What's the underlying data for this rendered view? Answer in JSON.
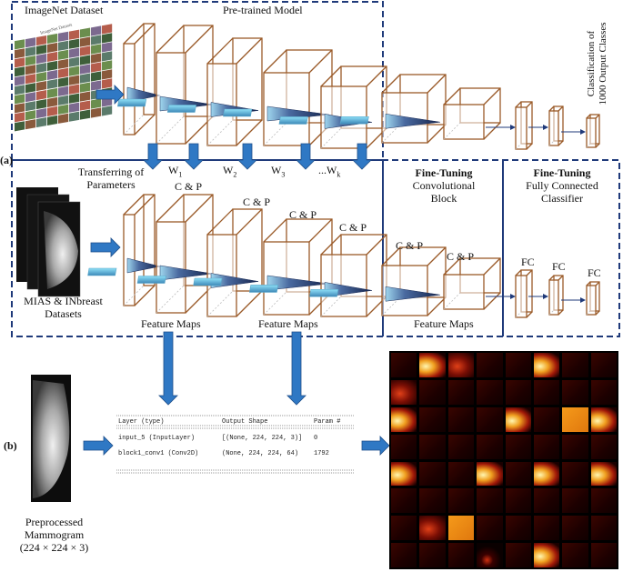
{
  "colors": {
    "dash_box": "#1f3a7a",
    "arrow_blue": "#2f78c4",
    "cube_brown": "#9a5a28",
    "cone_dark": "#1e2f5a"
  },
  "panel_a": {
    "label": "(a)",
    "top": {
      "dataset_label": "ImageNet Dataset",
      "dataset_thumb_label": "ImageNet Dataset",
      "model_label": "Pre-trained Model",
      "classification_label_1": "Classification of",
      "classification_label_2": "1000 Output Classes"
    },
    "transfer": {
      "label_1": "Transferring of",
      "label_2": "Parameters",
      "weights": [
        "W",
        "W",
        "W",
        "...W"
      ],
      "weight_subs": [
        "1",
        "2",
        "3",
        "k"
      ]
    },
    "bottom": {
      "cp_labels": [
        "C & P",
        "C & P",
        "C & P",
        "C & P",
        "C & P",
        "C & P"
      ],
      "feature_maps_labels": [
        "Feature Maps",
        "Feature Maps",
        "Feature Maps"
      ],
      "dataset_label_1": "MIAS & INbreast",
      "dataset_label_2": "Datasets",
      "finetune_conv_title": "Fine-Tuning",
      "finetune_conv_sub_1": "Convolutional",
      "finetune_conv_sub_2": "Block",
      "finetune_fc_title": "Fine-Tuning",
      "finetune_fc_sub_1": "Fully Connected",
      "finetune_fc_sub_2": "Classifier",
      "fc_labels": [
        "FC",
        "FC",
        "FC"
      ]
    }
  },
  "panel_b": {
    "label": "(b)",
    "input_label_1": "Preprocessed",
    "input_label_2": "Mammogram",
    "input_label_3": "(224 × 224 × 3)",
    "summary": {
      "headers": [
        "Layer (type)",
        "Output Shape",
        "Param #"
      ],
      "rows": [
        [
          "input_5 (InputLayer)",
          "[(None, 224, 224, 3)]",
          "0"
        ],
        [
          "block1_conv1 (Conv2D)",
          "(None, 224, 224, 64)",
          "1792"
        ]
      ]
    }
  }
}
